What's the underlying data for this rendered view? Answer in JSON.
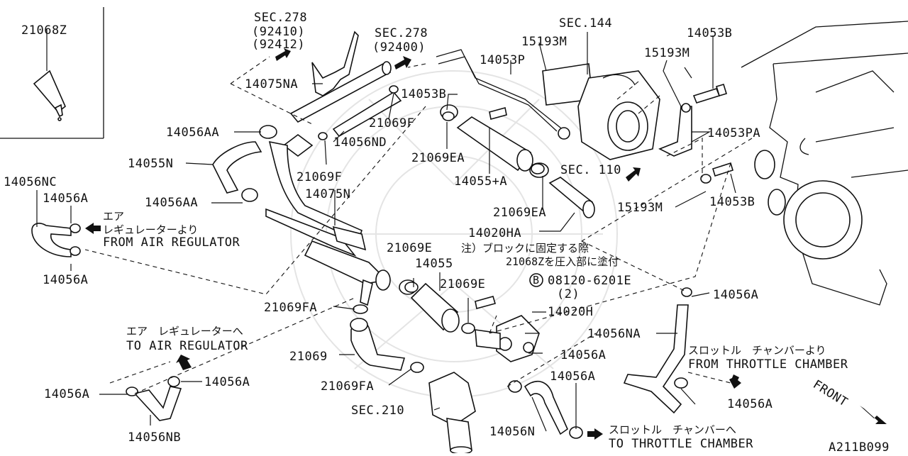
{
  "diagram_id": "A211B099",
  "inset_part": "21068Z",
  "parts": {
    "p21068Z": "21068Z",
    "p14056NC": "14056NC",
    "p14056A_1": "14056A",
    "p14056A_2": "14056A",
    "p14056A_3": "14056A",
    "p14056A_4": "14056A",
    "p14056A_5": "14056A",
    "p14056A_6": "14056A",
    "p14056A_7": "14056A",
    "p14056A_8": "14056A",
    "p14055N": "14055N",
    "p14056AA_1": "14056AA",
    "p14056AA_2": "14056AA",
    "p14075NA": "14075NA",
    "p14075N": "14075N",
    "p21069F_1": "21069F",
    "p21069F_2": "21069F",
    "p14056ND": "14056ND",
    "p14053B_1": "14053B",
    "p14053B_2": "14053B",
    "p14053B_3": "14053B",
    "p21069EA_1": "21069EA",
    "p21069EA_2": "21069EA",
    "p14055A": "14055+A",
    "p14053P": "14053P",
    "p15193M_1": "15193M",
    "p15193M_2": "15193M",
    "p15193M_3": "15193M",
    "p14053PA": "14053PA",
    "p14020HA": "14020HA",
    "p21069E_1": "21069E",
    "p21069E_2": "21069E",
    "p14055": "14055",
    "p21069FA_1": "21069FA",
    "p21069FA_2": "21069FA",
    "p21069": "21069",
    "p14020H": "14020H",
    "p14056NA": "14056NA",
    "p14056N": "14056N",
    "p14056NB": "14056NB",
    "bolt_code": "08120-6201E",
    "bolt_qty": "(2)",
    "bolt_marker": "B"
  },
  "sections": {
    "sec278_a": "SEC.278",
    "sec278_a_sub1": "(92410)",
    "sec278_a_sub2": "(92412)",
    "sec278_b": "SEC.278",
    "sec278_b_sub": "(92400)",
    "sec144": "SEC.144",
    "sec110": "SEC. 110",
    "sec210": "SEC.210"
  },
  "notes": {
    "from_air_jp1": "エア",
    "from_air_jp2": "レギュレーターより",
    "from_air_en": "FROM AIR REGULATOR",
    "to_air_jp": "エア　レギュレーターへ",
    "to_air_en": "TO AIR REGULATOR",
    "from_throttle_jp": "スロットル　チャンバーより",
    "from_throttle_en": "FROM THROTTLE CHAMBER",
    "to_throttle_jp": "スロットル　チャンバーへ",
    "to_throttle_en": "TO THROTTLE CHAMBER",
    "block_note_1": "注）ブロックに固定する際",
    "block_note_2": "21068Zを圧入部に塗付",
    "front": "FRONT"
  }
}
